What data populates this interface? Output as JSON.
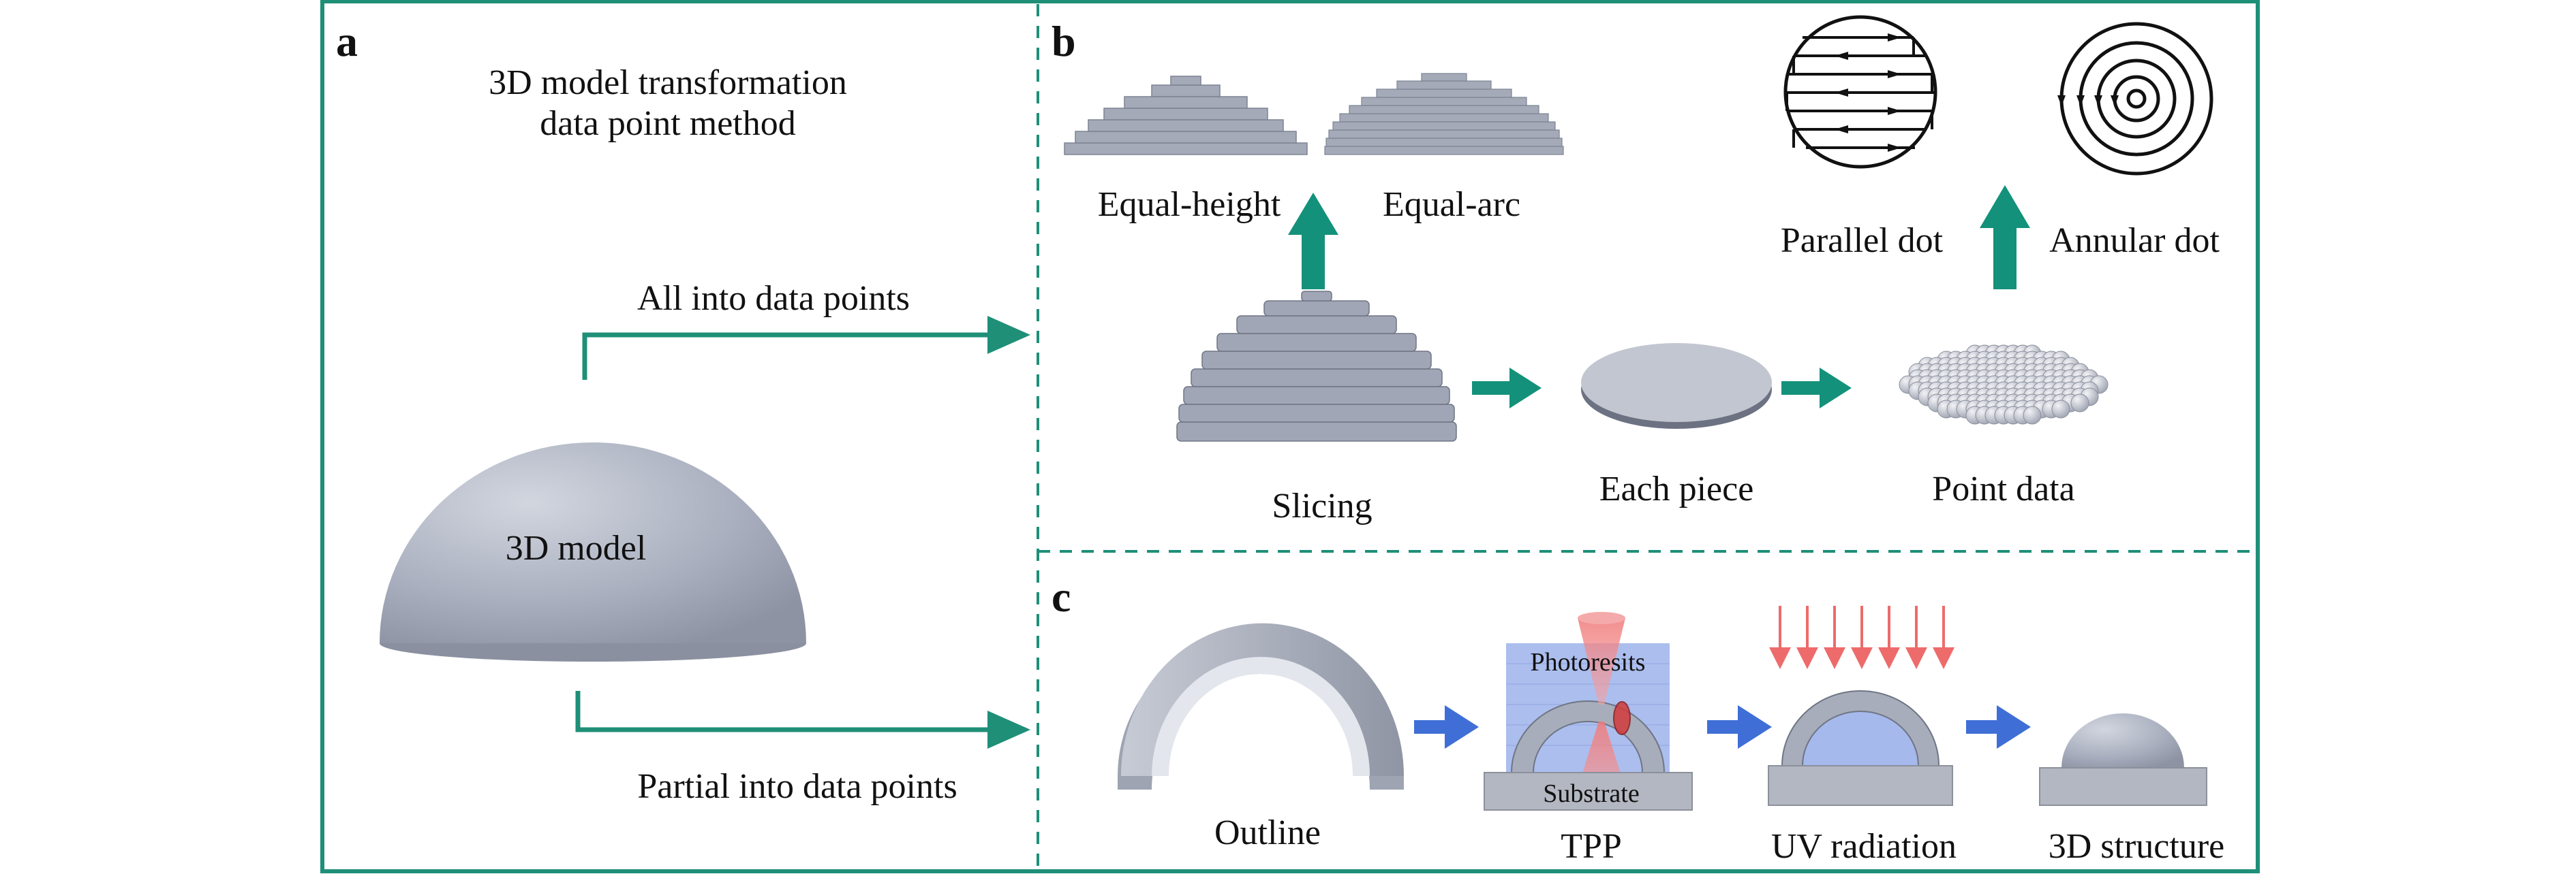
{
  "colors": {
    "frame": "#1f8f78",
    "teal_arrow": "#14917a",
    "blue_arrow": "#3f6fd6",
    "dome_gray": "#a9afbd",
    "red_beam": "#ee6b6b",
    "resist_blue": "#8fa8e8"
  },
  "panel_a": {
    "letter": "a",
    "title_line1": "3D model transformation",
    "title_line2": "data point method",
    "route_all": "All into data points",
    "route_partial": "Partial into data points",
    "model_label": "3D model"
  },
  "panel_b": {
    "letter": "b",
    "slicing_methods": [
      "Equal-height",
      "Equal-arc"
    ],
    "dot_patterns": [
      "Parallel dot",
      "Annular dot"
    ],
    "steps": [
      "Slicing",
      "Each piece",
      "Point data"
    ]
  },
  "panel_c": {
    "letter": "c",
    "steps": [
      "Outline",
      "TPP",
      "UV radiation",
      "3D structure"
    ],
    "photoresist_label": "Photoresits",
    "substrate_label": "Substrate"
  }
}
